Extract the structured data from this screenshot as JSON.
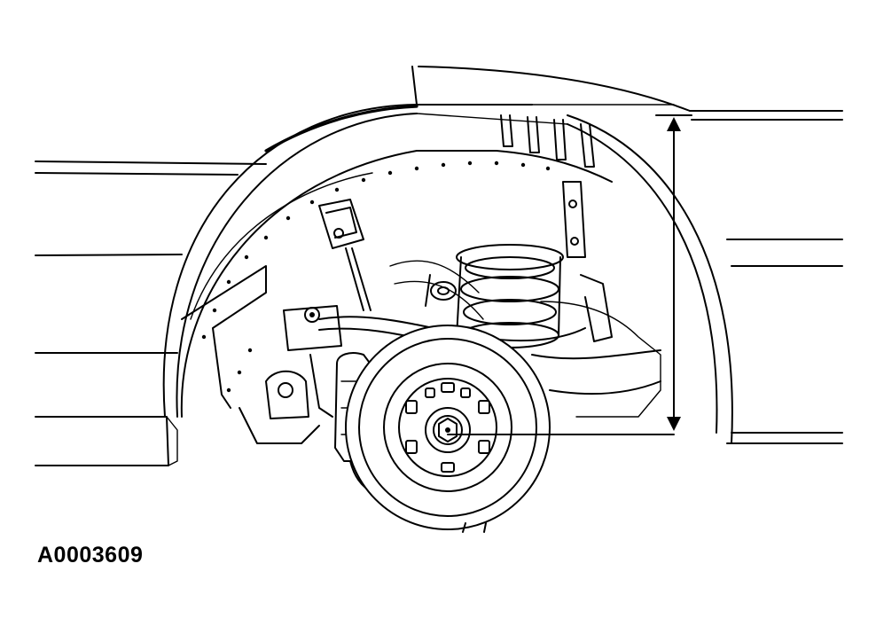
{
  "figure": {
    "id_label": "A0003609"
  },
  "dimension": {
    "arrow": "double-headed",
    "orientation": "vertical",
    "from": "wheel-hub-center",
    "to": "wheel-arch-lip"
  }
}
